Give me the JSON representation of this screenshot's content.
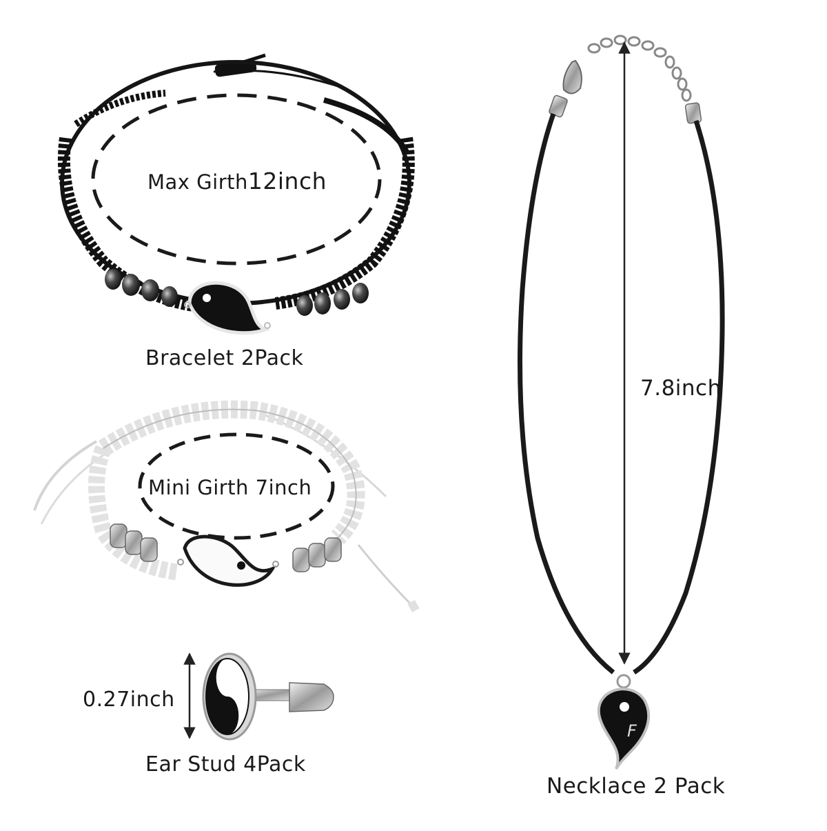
{
  "bracelet_black": {
    "girth_prefix": "Max Girth",
    "girth_value": "12inch",
    "caption": "Bracelet 2Pack"
  },
  "bracelet_white": {
    "girth_label": "Mini Girth 7inch"
  },
  "ear_stud": {
    "size_label": "0.27inch",
    "caption": "Ear Stud 4Pack"
  },
  "necklace": {
    "length_label": "7.8inch",
    "caption": "Necklace 2 Pack",
    "pendant_letter": "F"
  }
}
